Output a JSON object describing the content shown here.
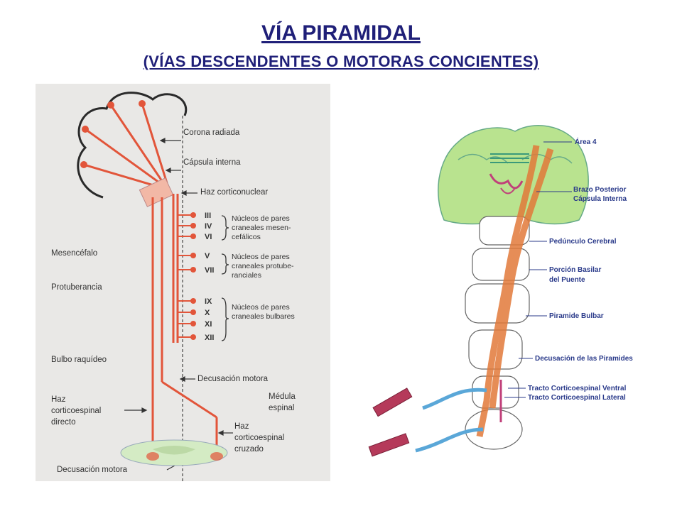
{
  "slide": {
    "title": "VÍA PIRAMIDAL",
    "subtitle": "(VÍAS DESCENDENTES O MOTORAS CONCIENTES)"
  },
  "colors": {
    "title": "#1f1f78",
    "tract": "#e2553a",
    "left_bg": "#e9e8e6",
    "brain_green": "#b9e38f",
    "ventral": "#5aa7d8",
    "muscle": "#b53a5a",
    "label_blue": "#2a3a8a"
  },
  "left_figure": {
    "right_labels": {
      "corona": "Corona radiada",
      "capsula": "Cápsula interna",
      "haz_cn": "Haz corticonuclear",
      "decus": "Decusación motora",
      "medula_1": "Médula",
      "medula_2": "espinal",
      "cruzado_1": "Haz",
      "cruzado_2": "corticoespinal",
      "cruzado_3": "cruzado"
    },
    "nuclei_roman": [
      "III",
      "IV",
      "VI",
      "V",
      "VII",
      "IX",
      "X",
      "XI",
      "XII"
    ],
    "nuclei_groups": {
      "g1": [
        "Núcleos de pares",
        "craneales mesen-",
        "cefálicos"
      ],
      "g2": [
        "Núcleos de pares",
        "craneales protube-",
        "ranciales"
      ],
      "g3": [
        "Núcleos de pares",
        "craneales bulbares"
      ]
    },
    "left_labels": {
      "mesencefalo": "Mesencéfalo",
      "protuberancia": "Protuberancia",
      "bulbo": "Bulbo raquídeo",
      "directo_1": "Haz",
      "directo_2": "corticoespinal",
      "directo_3": "directo",
      "decus_bottom": "Decusación motora"
    }
  },
  "right_figure": {
    "labels": {
      "area4": "Área 4",
      "brazo_1": "Brazo Posterior",
      "brazo_2": "Cápsula Interna",
      "pedunculo": "Pedúnculo Cerebral",
      "porcion_1": "Porción Basilar",
      "porcion_2": "del Puente",
      "piramide": "Piramide Bulbar",
      "decus": "Decusación de las Piramides",
      "ventral": "Tracto Corticoespinal Ventral",
      "lateral": "Tracto Corticoespinal Lateral"
    }
  }
}
